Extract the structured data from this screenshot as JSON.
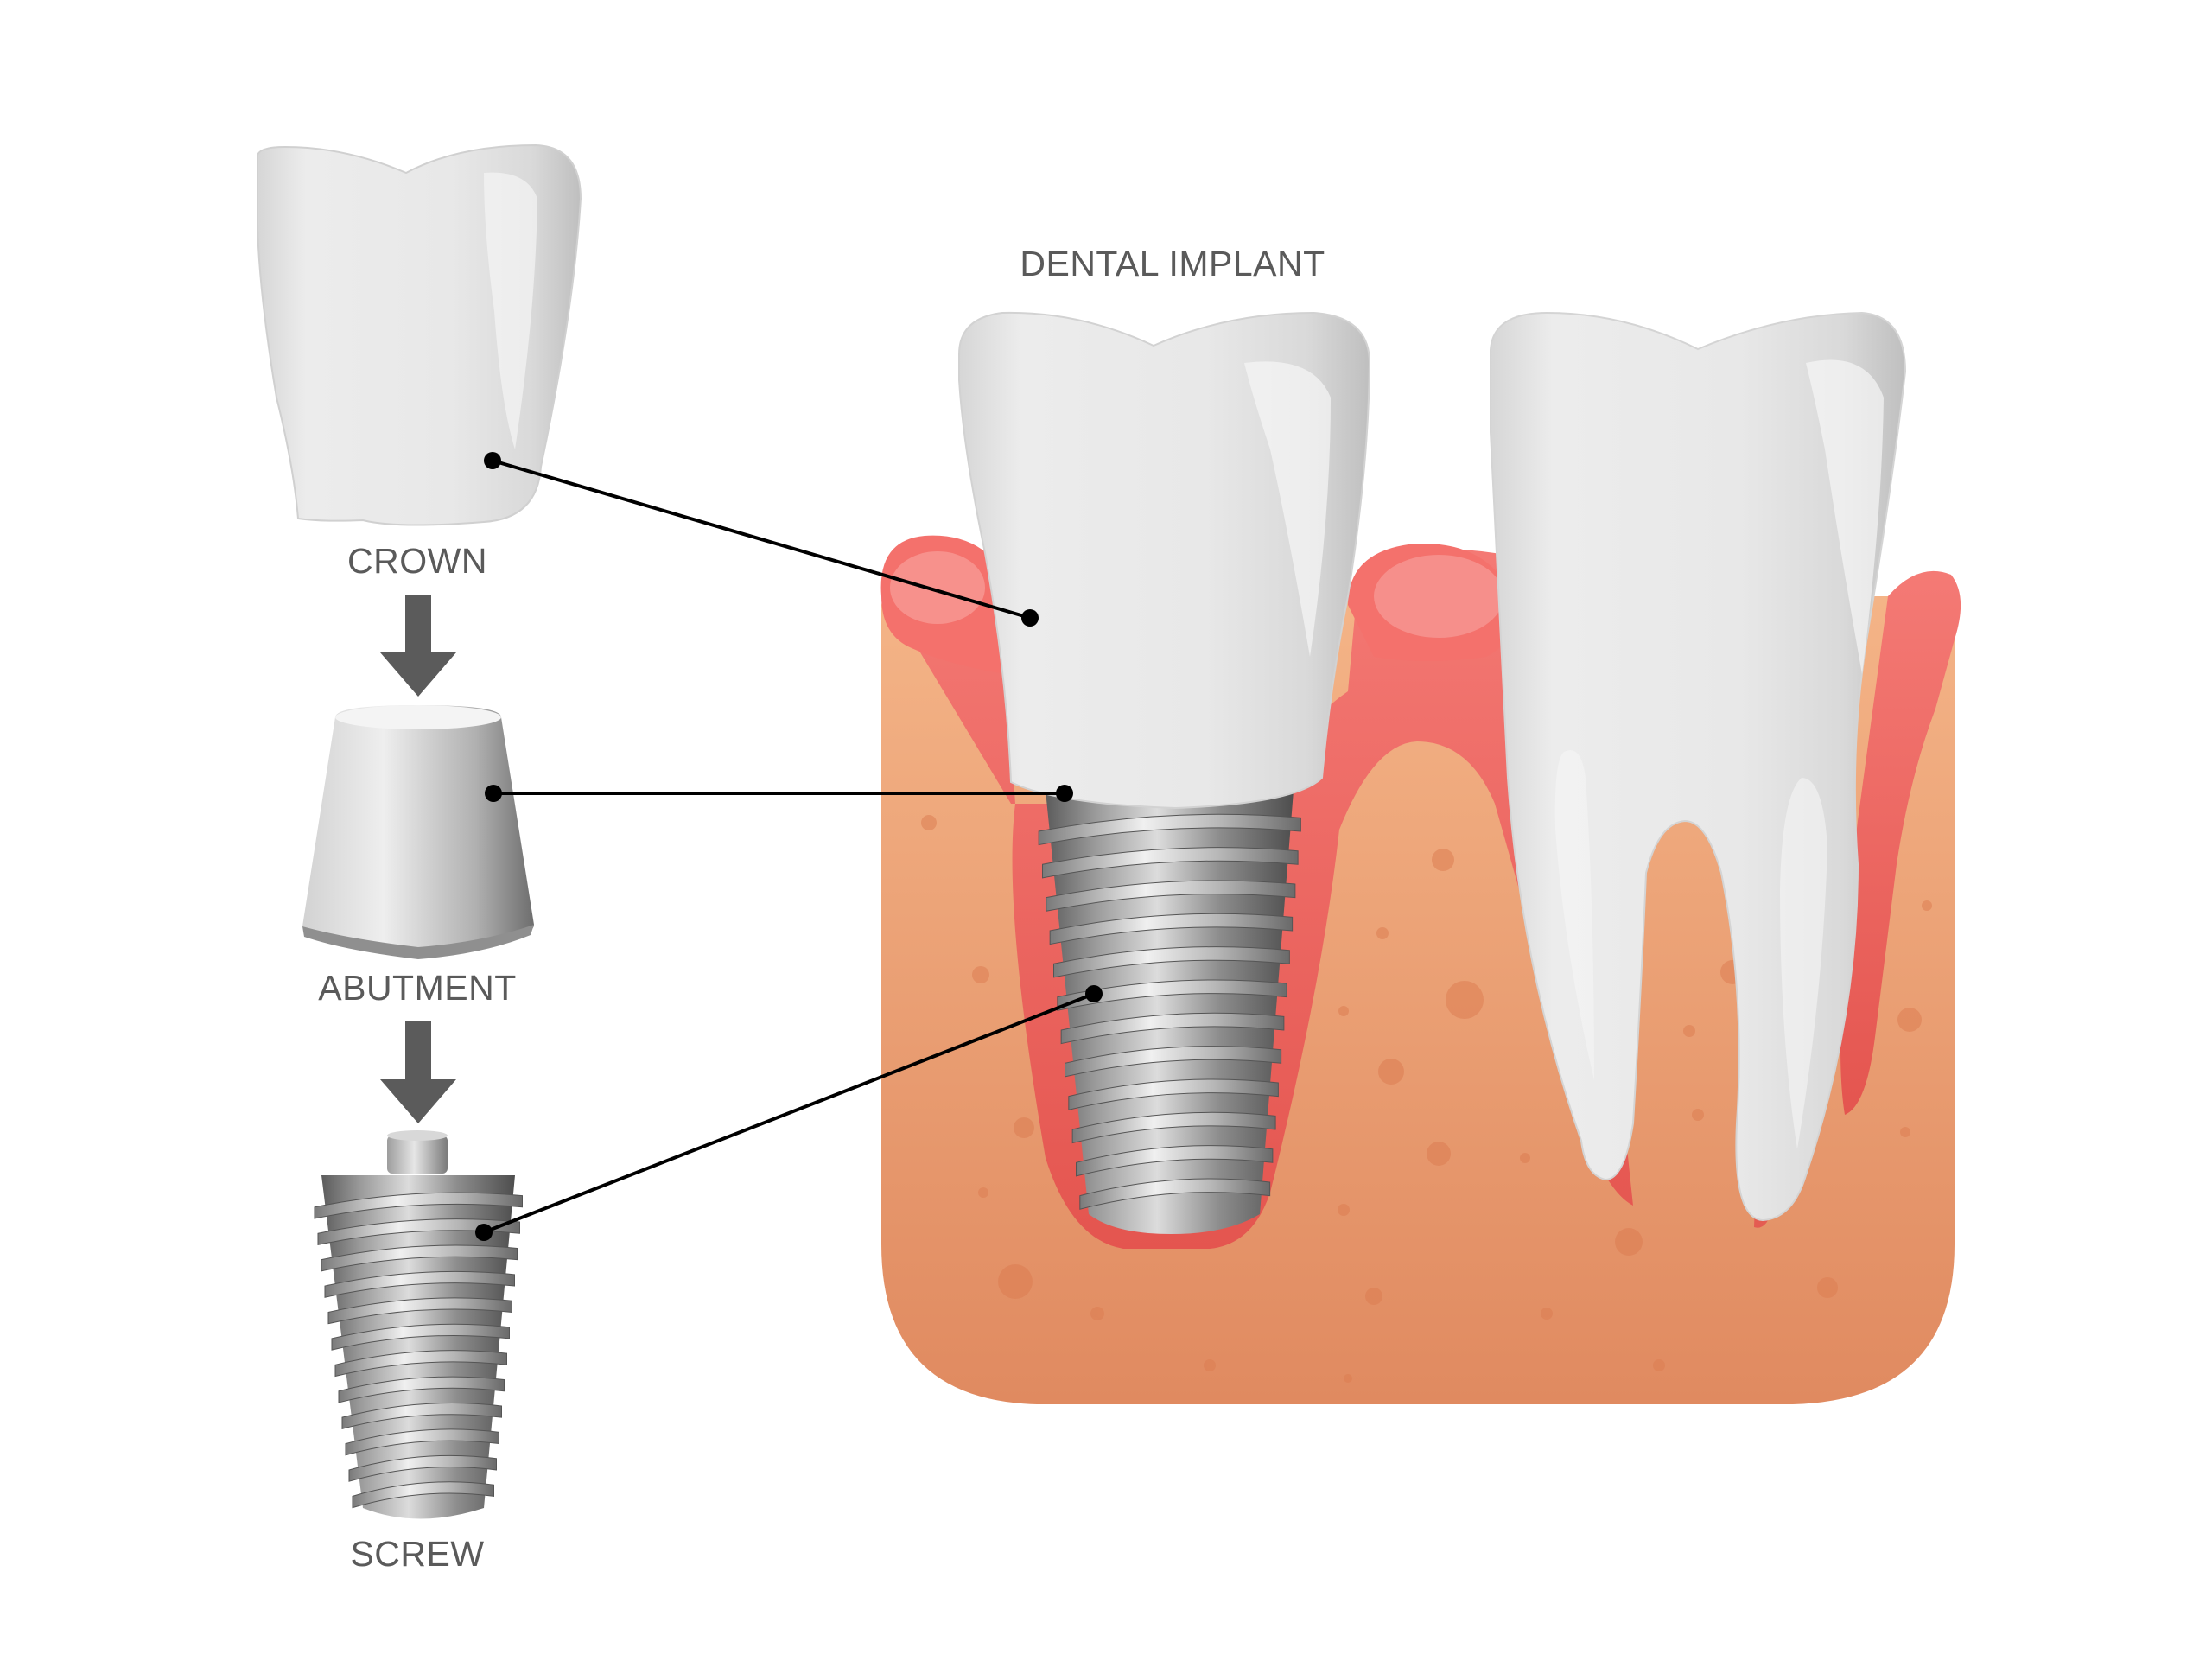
{
  "diagram": {
    "title": "DENTAL IMPLANT",
    "components": [
      {
        "id": "crown",
        "label": "CROWN"
      },
      {
        "id": "abutment",
        "label": "ABUTMENT"
      },
      {
        "id": "screw",
        "label": "SCREW"
      }
    ]
  },
  "colors": {
    "tooth": "#e9e9e9",
    "gum": "#ea5f5a",
    "bone": "#eaa373",
    "metal": "#8a8a8a",
    "arrow": "#5b5b5b",
    "label_text": "#5a5a5a",
    "leader_line": "#000000"
  }
}
